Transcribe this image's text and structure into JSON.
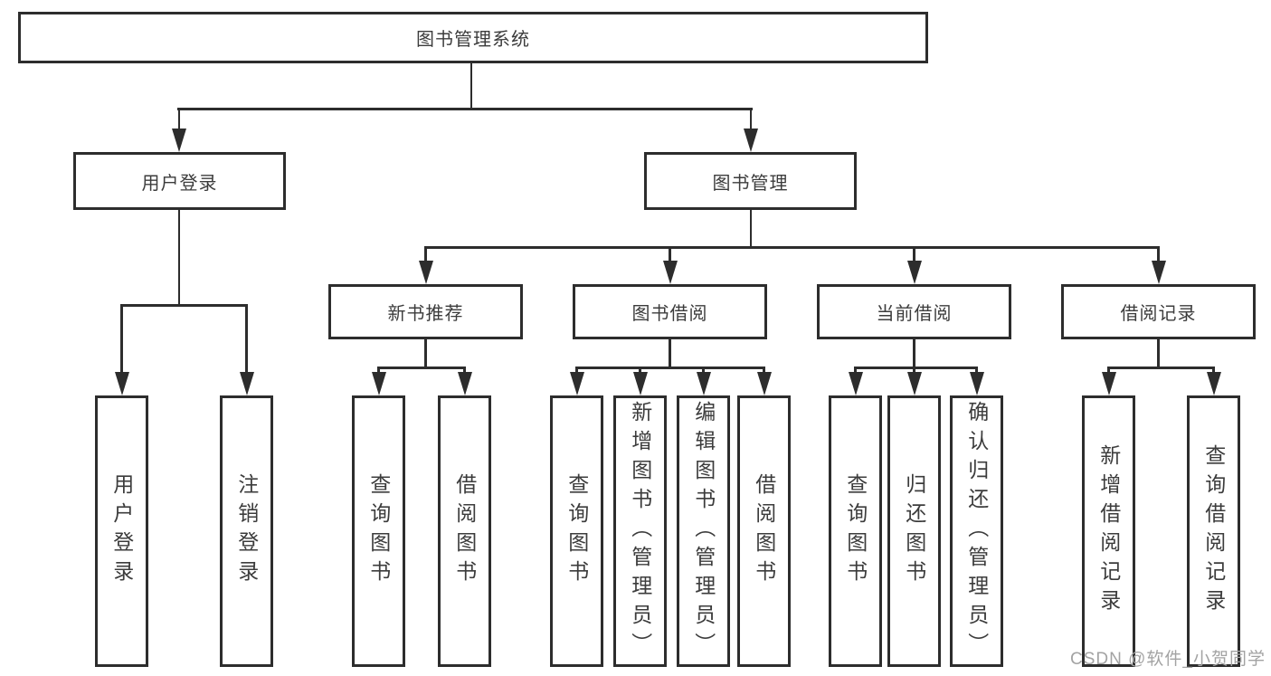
{
  "colors": {
    "line": "#2d2d2d",
    "border": "#2d2d2d",
    "text": "#3c3c3c",
    "canvas": "#ffffff",
    "watermark": "#a3a3a3"
  },
  "tree": {
    "label": "图书管理系统",
    "children": [
      {
        "label": "用户登录",
        "children": [
          {
            "label": "用户登录"
          },
          {
            "label": "注销登录"
          }
        ]
      },
      {
        "label": "图书管理",
        "children": [
          {
            "label": "新书推荐",
            "children": [
              {
                "label": "查询图书"
              },
              {
                "label": "借阅图书"
              }
            ]
          },
          {
            "label": "图书借阅",
            "children": [
              {
                "label": "查询图书"
              },
              {
                "label": "新增图书（管理员）"
              },
              {
                "label": "编辑图书（管理员）"
              },
              {
                "label": "借阅图书"
              }
            ]
          },
          {
            "label": "当前借阅",
            "children": [
              {
                "label": "查询图书"
              },
              {
                "label": "归还图书"
              },
              {
                "label": "确认归还（管理员）"
              }
            ]
          },
          {
            "label": "借阅记录",
            "children": [
              {
                "label": "新增借阅记录"
              },
              {
                "label": "查询借阅记录"
              }
            ]
          }
        ]
      }
    ]
  },
  "watermark": {
    "text": "CSDN @软件_小贺同学"
  }
}
